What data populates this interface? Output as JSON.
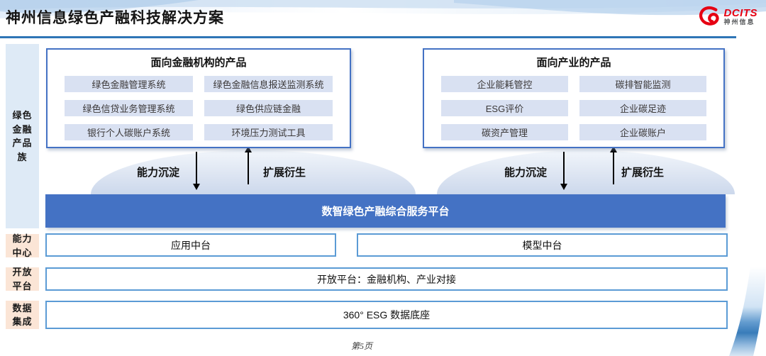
{
  "header": {
    "title": "神州信息绿色产融科技解决方案",
    "logo": {
      "icon": "dcits-swirl-icon",
      "brand": "DCITS",
      "company": "神州信息"
    }
  },
  "sidebar": {
    "product_family_label": "绿色金融产品族",
    "rows": [
      {
        "label": "能力中心"
      },
      {
        "label": "开放平台"
      },
      {
        "label": "数据集成"
      }
    ]
  },
  "product_groups": [
    {
      "title": "面向金融机构的产品",
      "items": [
        "绿色金融管理系统",
        "绿色金融信息报送监测系统",
        "绿色信贷业务管理系统",
        "绿色供应链金融",
        "银行个人碳账户系统",
        "环境压力测试工具"
      ]
    },
    {
      "title": "面向产业的产品",
      "items": [
        "企业能耗管控",
        "碳排智能监测",
        "ESG评价",
        "企业碳足迹",
        "碳资产管理",
        "企业碳账户"
      ]
    }
  ],
  "flows": {
    "down_label": "能力沉淀",
    "up_label": "扩展衍生"
  },
  "platform": {
    "label": "数智绿色产融综合服务平台"
  },
  "middle_row": [
    "应用中台",
    "模型中台"
  ],
  "open_platform_label": "开放平台：金融机构、产业对接",
  "data_base_label": "360° ESG 数据底座",
  "footer": {
    "page": "第5页"
  },
  "colors": {
    "accent_blue": "#2E75B6",
    "platform_blue": "#4472C4",
    "row_border_blue": "#5B9BD5",
    "item_bg": "#D9E1F2",
    "sidebar_bg": "#DEEAF6",
    "label_peach": "#FBE5D6",
    "logo_red": "#E60012"
  }
}
